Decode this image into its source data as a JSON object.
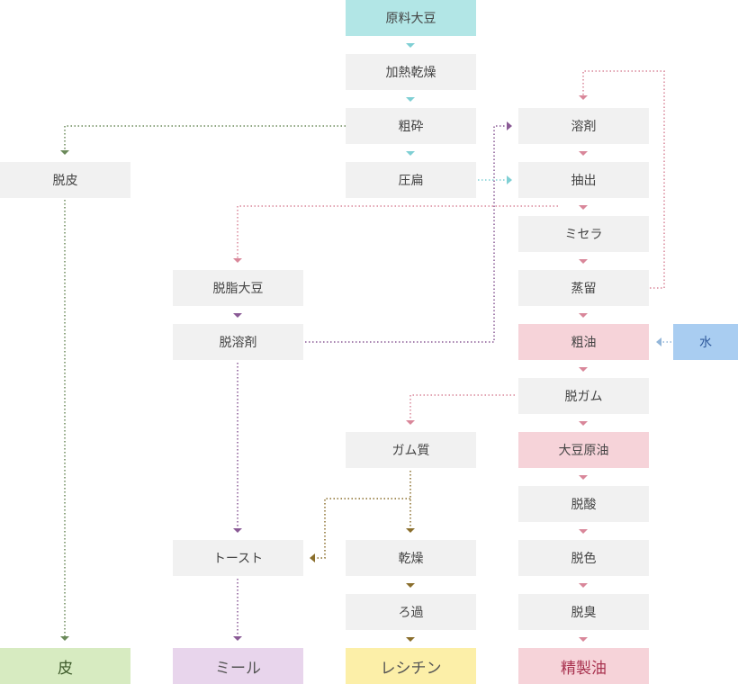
{
  "nodes": {
    "raw_soybean": {
      "label": "原料大豆",
      "bg": "#b2e6e6",
      "fg": "#444444"
    },
    "heating_drying": {
      "label": "加熱乾燥",
      "bg": "#f1f1f1",
      "fg": "#444444"
    },
    "crushing": {
      "label": "粗砕",
      "bg": "#f1f1f1",
      "fg": "#444444"
    },
    "flaking": {
      "label": "圧扁",
      "bg": "#f1f1f1",
      "fg": "#444444"
    },
    "dehulling": {
      "label": "脱皮",
      "bg": "#f1f1f1",
      "fg": "#444444"
    },
    "solvent": {
      "label": "溶剤",
      "bg": "#f1f1f1",
      "fg": "#444444"
    },
    "extraction": {
      "label": "抽出",
      "bg": "#f1f1f1",
      "fg": "#444444"
    },
    "miscella": {
      "label": "ミセラ",
      "bg": "#f1f1f1",
      "fg": "#444444"
    },
    "distillation": {
      "label": "蒸留",
      "bg": "#f1f1f1",
      "fg": "#444444"
    },
    "defatted_soybean": {
      "label": "脱脂大豆",
      "bg": "#f1f1f1",
      "fg": "#444444"
    },
    "desolventizing": {
      "label": "脱溶剤",
      "bg": "#f1f1f1",
      "fg": "#444444"
    },
    "crude_oil": {
      "label": "粗油",
      "bg": "#f6d3d9",
      "fg": "#444444"
    },
    "water": {
      "label": "水",
      "bg": "#a9cdf1",
      "fg": "#2f5a9c"
    },
    "degumming": {
      "label": "脱ガム",
      "bg": "#f1f1f1",
      "fg": "#444444"
    },
    "gum": {
      "label": "ガム質",
      "bg": "#f1f1f1",
      "fg": "#444444"
    },
    "soybean_crude_oil": {
      "label": "大豆原油",
      "bg": "#f6d3d9",
      "fg": "#444444"
    },
    "deacidification": {
      "label": "脱酸",
      "bg": "#f1f1f1",
      "fg": "#444444"
    },
    "toasting": {
      "label": "トースト",
      "bg": "#f1f1f1",
      "fg": "#444444"
    },
    "gum_drying": {
      "label": "乾燥",
      "bg": "#f1f1f1",
      "fg": "#444444"
    },
    "decolorization": {
      "label": "脱色",
      "bg": "#f1f1f1",
      "fg": "#444444"
    },
    "filtration": {
      "label": "ろ過",
      "bg": "#f1f1f1",
      "fg": "#444444"
    },
    "deodorization": {
      "label": "脱臭",
      "bg": "#f1f1f1",
      "fg": "#444444"
    },
    "hull": {
      "label": "皮",
      "bg": "#d7ebc1",
      "fg": "#3d5a2a"
    },
    "meal": {
      "label": "ミール",
      "bg": "#e8d5ec",
      "fg": "#555555"
    },
    "lecithin": {
      "label": "レシチン",
      "bg": "#fcefa8",
      "fg": "#555555"
    },
    "refined_oil": {
      "label": "精製油",
      "bg": "#f6d3d9",
      "fg": "#a8324f"
    }
  },
  "colors": {
    "teal": "#7fcfd4",
    "pink": "#d9879a",
    "green": "#6b8a5a",
    "purple": "#8a5a95",
    "olive": "#8a6e2c",
    "blue": "#93b6d9"
  }
}
